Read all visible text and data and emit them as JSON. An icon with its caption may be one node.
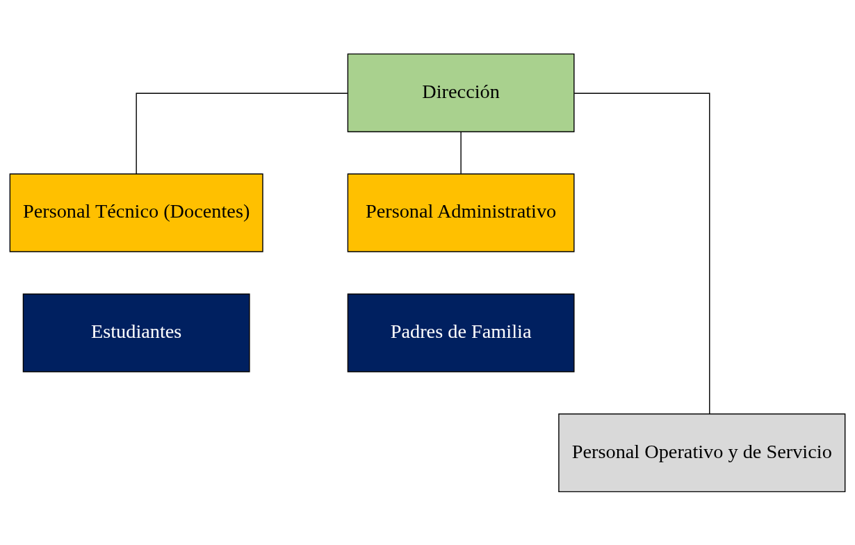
{
  "diagram": {
    "nodes": [
      {
        "text": [
          "Dirección"
        ]
      },
      {
        "text": [
          "Personal Técnico (Docentes)"
        ]
      },
      {
        "text": [
          "Personal Administrativo"
        ]
      },
      {
        "text": [
          "Estudiantes"
        ]
      },
      {
        "text": [
          "Padres de Familia"
        ]
      },
      {
        "text": [
          "Personal Operativo y de Servicio"
        ]
      }
    ],
    "edges": [
      {
        "from": 0,
        "to": 1,
        "arrow": "none"
      },
      {
        "from": 0,
        "to": 5,
        "arrow": "none"
      },
      {
        "from": 0,
        "to": 2,
        "arrow": "none"
      }
    ]
  }
}
